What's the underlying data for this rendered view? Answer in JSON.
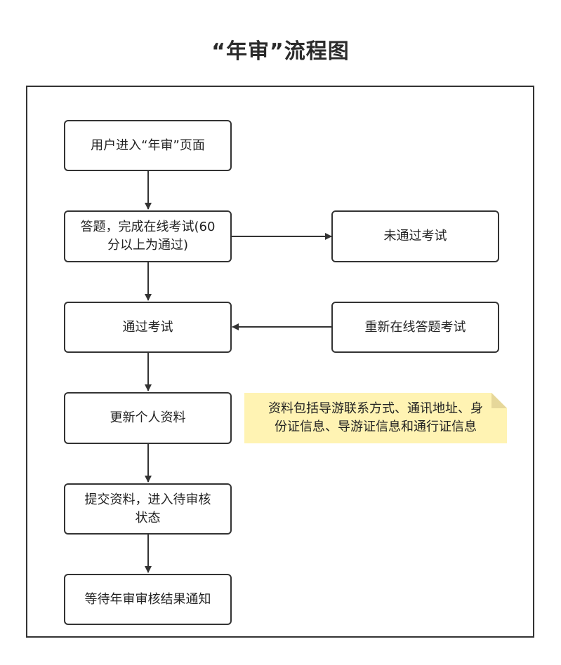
{
  "title": "“年审”流程图",
  "nodes": {
    "enter": "用户进入“年审”页面",
    "exam_line1": "答题，完成在线考试(60",
    "exam_line2": "分以上为通过)",
    "fail": "未通过考试",
    "pass": "通过考试",
    "retry": "重新在线答题考试",
    "update": "更新个人资料",
    "submit_line1": "提交资料，进入待审核",
    "submit_line2": "状态",
    "wait": "等待年审审核结果通知"
  },
  "note": {
    "line1": "资料包括导游联系方式、通讯地址、身",
    "line2": "份证信息、导游证信息和通行证信息"
  },
  "colors": {
    "border": "#333333",
    "note_fill": "#fff3b3",
    "note_fold": "#e6d79a"
  }
}
